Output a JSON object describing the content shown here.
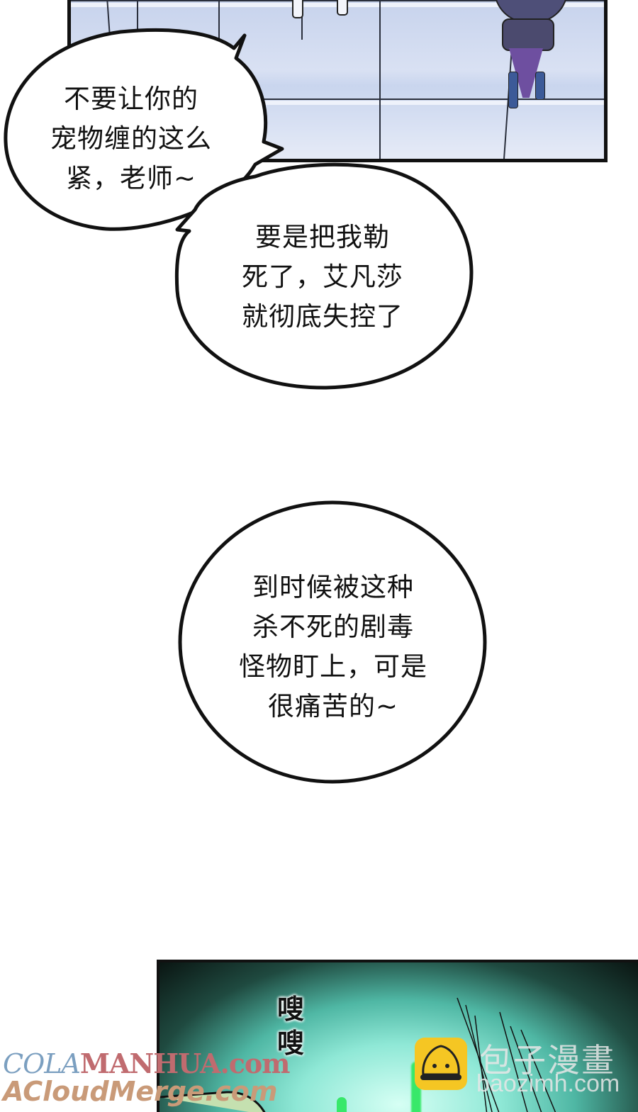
{
  "page": {
    "type": "manhwa-strip",
    "background": "#ffffff"
  },
  "panels": [
    {
      "id": "top-panel",
      "scene": "floor-tiles-with-witch-character",
      "colors": {
        "tile": "#cfd9ef",
        "cloak": "#6e4fa0",
        "hat": "#4e4f78"
      }
    },
    {
      "id": "bottom-panel",
      "scene": "green-mist-explosion",
      "sfx": "嗖\n嗖",
      "colors": {
        "glow": "#8fe8d6",
        "dark": "#0a1512"
      }
    }
  ],
  "bubbles": [
    {
      "id": "bubble-1",
      "text": "不要让你的\n宠物缠的这么\n紧，老师~"
    },
    {
      "id": "bubble-2",
      "text": "要是把我勒\n死了，艾凡莎\n就彻底失控了"
    },
    {
      "id": "bubble-3",
      "text": "到时候被这种\n杀不死的剧毒\n怪物盯上，可是\n很痛苦的~"
    }
  ],
  "watermarks": {
    "cola_part1": "COLA",
    "cola_part2": "MANHUA.com",
    "acloud": "ACloudMerge.com",
    "baozi_name": "包子漫畫",
    "baozi_url": "baozimh.com"
  }
}
